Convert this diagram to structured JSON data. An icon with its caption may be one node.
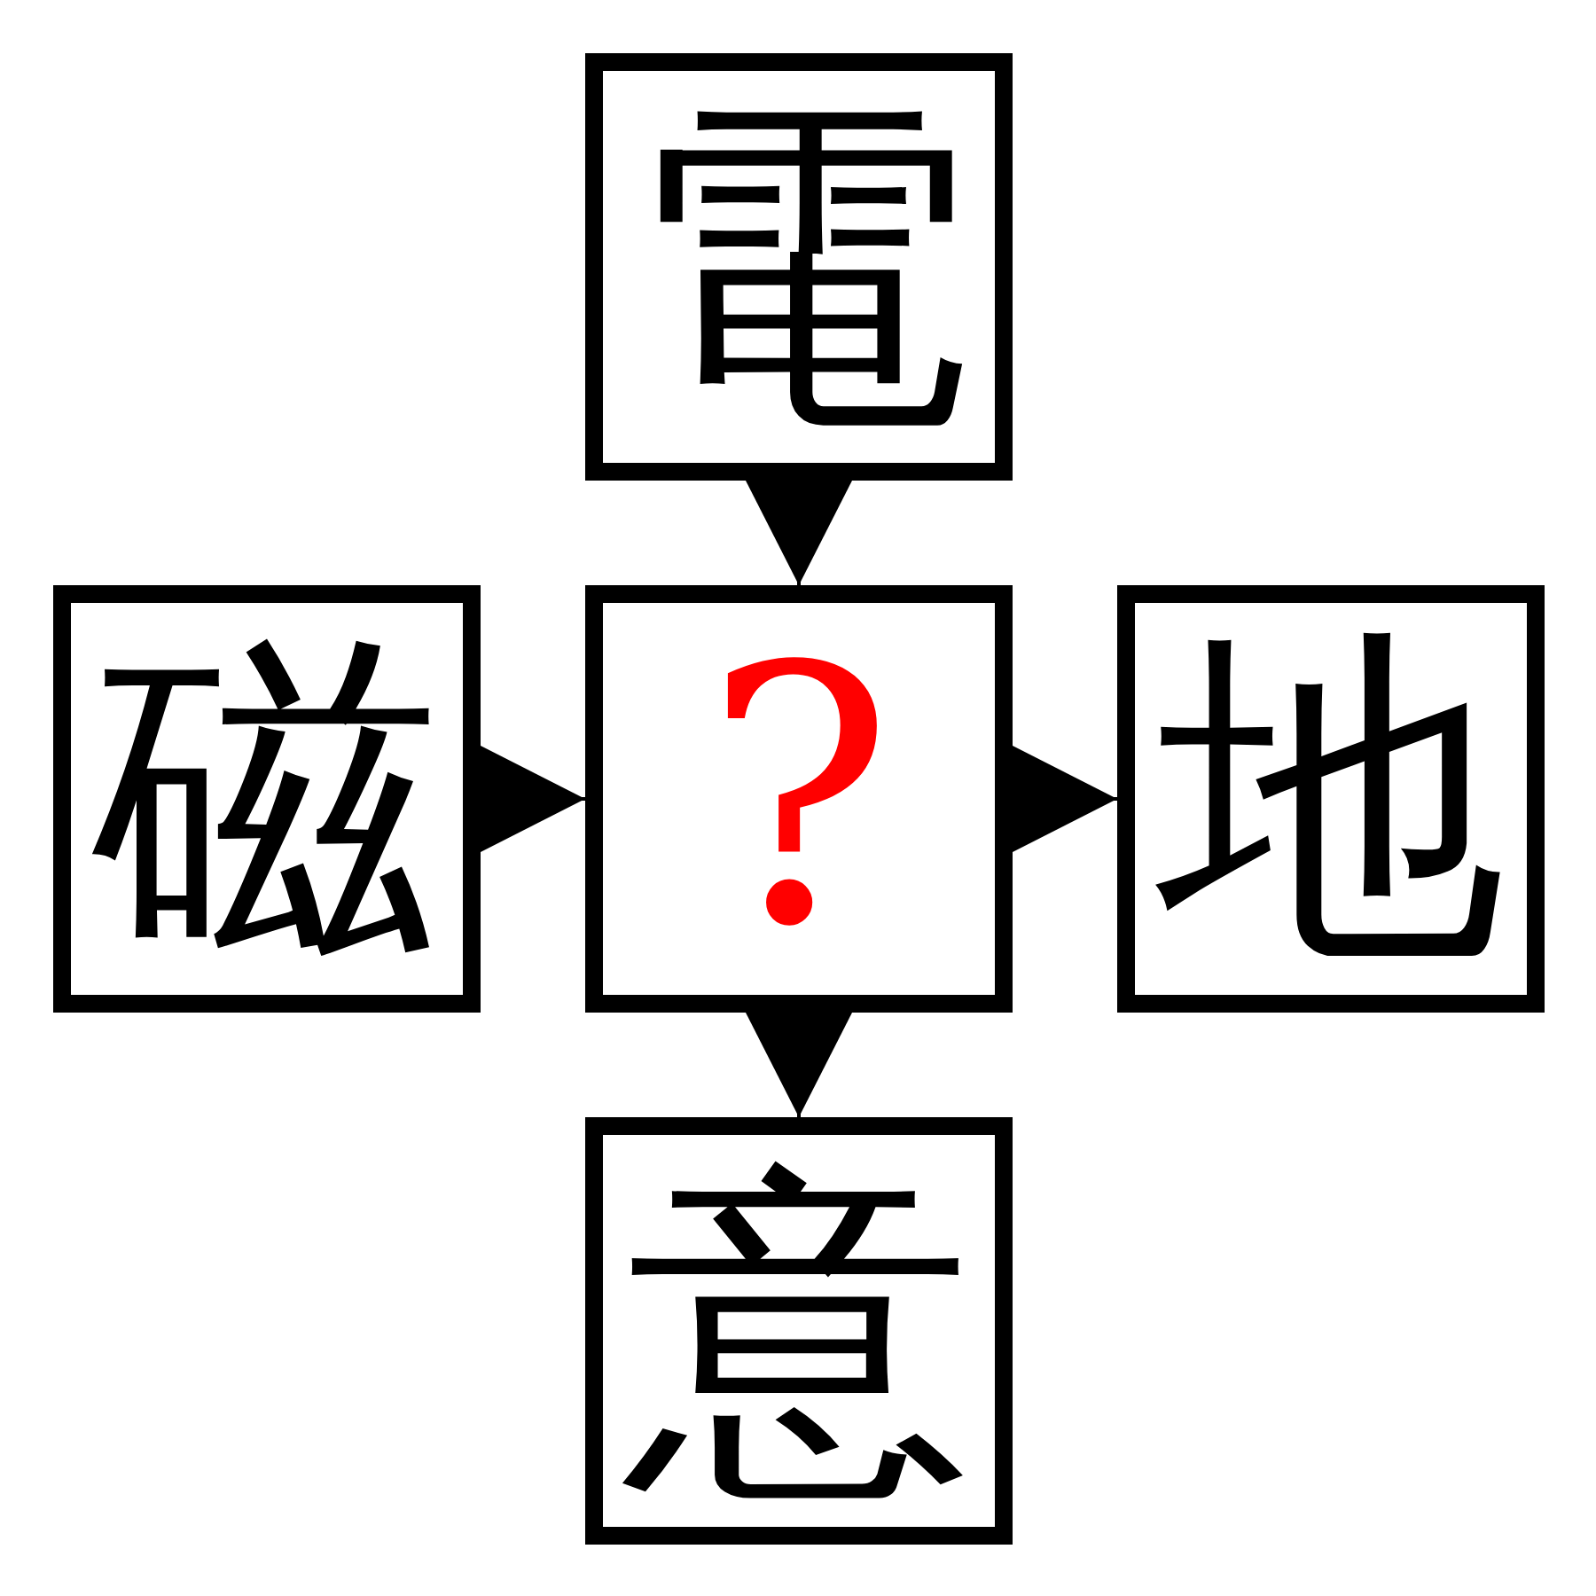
{
  "diagram": {
    "nodes": [
      {
        "text": [
          "電"
        ]
      },
      {
        "text": [
          "磁"
        ]
      },
      {
        "text": [
          "?"
        ]
      },
      {
        "text": [
          "地"
        ]
      },
      {
        "text": [
          "意"
        ]
      }
    ],
    "edges": [
      {
        "from": 0,
        "to": 2,
        "arrow": "to"
      },
      {
        "from": 1,
        "to": 2,
        "arrow": "to"
      },
      {
        "from": 2,
        "to": 3,
        "arrow": "to"
      },
      {
        "from": 2,
        "to": 4,
        "arrow": "to"
      }
    ]
  }
}
